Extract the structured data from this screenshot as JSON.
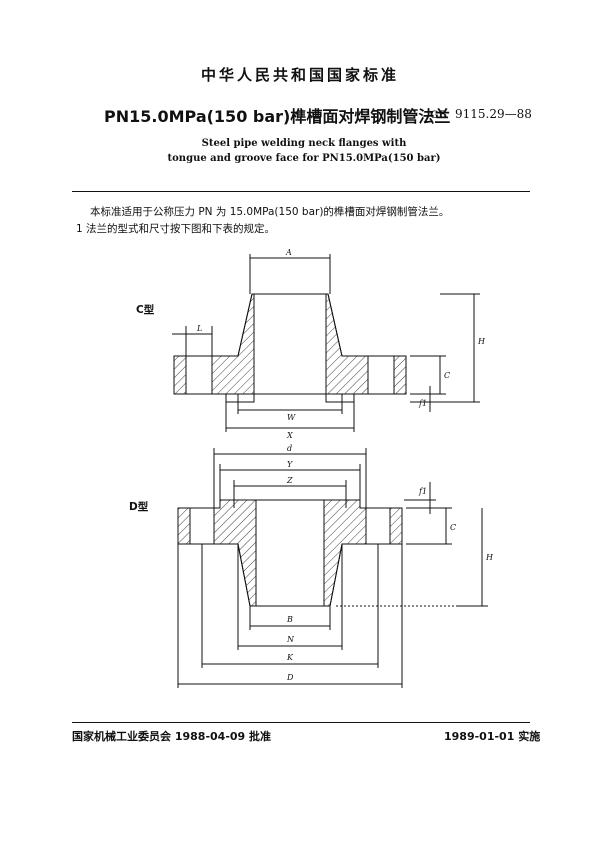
{
  "header": {
    "org": "中华人民共和国国家标准",
    "title_zh": "PN15.0MPa(150 bar)榫槽面对焊钢制管法兰",
    "std_prefix": "GB",
    "std_number": "9115.29—88",
    "title_en_1": "Steel pipe welding neck flanges with",
    "title_en_2": "tongue and groove face for PN15.0MPa(150 bar)"
  },
  "body": {
    "intro": "本标准适用于公称压力 PN 为 15.0MPa(150 bar)的榫槽面对焊钢制管法兰。",
    "clause1": "1  法兰的型式和尺寸按下图和下表的规定。"
  },
  "drawing": {
    "type_c": "C型",
    "type_d": "D型",
    "labels": {
      "A": "A",
      "L": "L",
      "H": "H",
      "C": "C",
      "f1": "f1",
      "W": "W",
      "X": "X",
      "d": "d",
      "Y": "Y",
      "Z": "Z",
      "B": "B",
      "N": "N",
      "K": "K",
      "D": "D"
    }
  },
  "footer": {
    "approved": "国家机械工业委员会 1988-04-09 批准",
    "effective": "1989-01-01 实施"
  }
}
